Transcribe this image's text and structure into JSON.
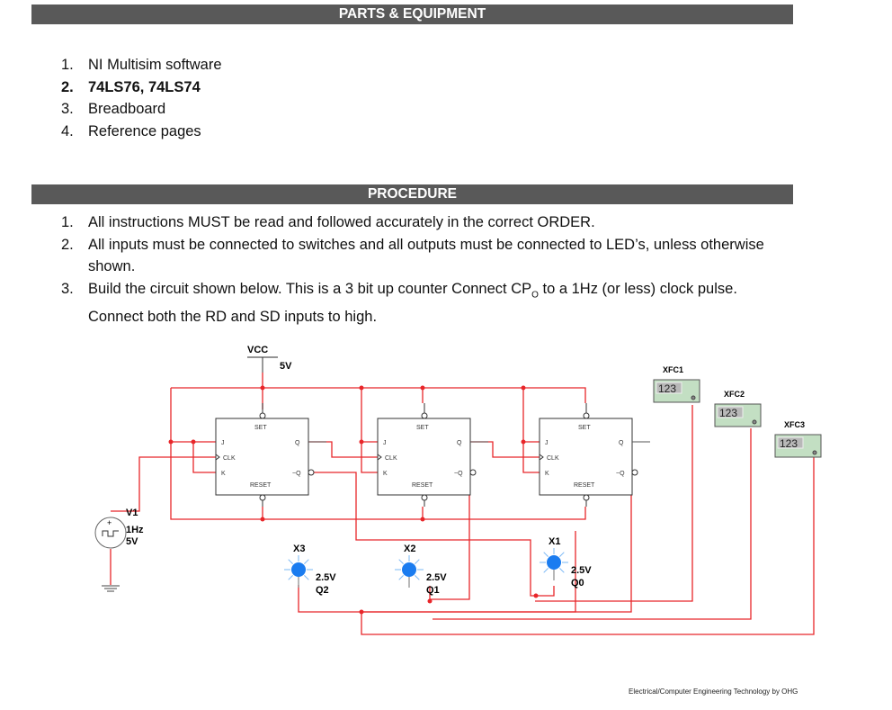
{
  "sections": {
    "parts_title": "PARTS & EQUIPMENT",
    "procedure_title": "PROCEDURE"
  },
  "parts": [
    {
      "num": "1.",
      "text": "NI Multisim software",
      "bold": false
    },
    {
      "num": "2.",
      "text": "74LS76, 74LS74",
      "bold": true
    },
    {
      "num": "3.",
      "text": "Breadboard",
      "bold": false
    },
    {
      "num": "4.",
      "text": "Reference pages",
      "bold": false
    }
  ],
  "procedure": [
    {
      "num": "1.",
      "text": "All instructions MUST be read and followed accurately in the correct ORDER."
    },
    {
      "num": "2.",
      "text": "All inputs must be connected to switches and all outputs must be connected to LED’s, unless otherwise shown."
    },
    {
      "num": "3.",
      "text_before": "Build the circuit shown below. This is a 3 bit up counter Connect CP",
      "subscript": "O",
      "text_after": " to a 1Hz (or less) clock pulse. Connect both the RD and SD inputs to high."
    }
  ],
  "circuit": {
    "vcc_label": "VCC",
    "vcc_value": "5V",
    "source": {
      "name": "V1",
      "freq": "1Hz",
      "amp": "5V",
      "plus": "+"
    },
    "flipflop_pins": {
      "set": "SET",
      "reset": "RESET",
      "j": "J",
      "k": "K",
      "clk": "CLK",
      "q": "Q",
      "qn": "~Q"
    },
    "leds": [
      {
        "name": "X3",
        "voltage": "2.5V",
        "label": "Q2"
      },
      {
        "name": "X2",
        "voltage": "2.5V",
        "label": "Q1"
      },
      {
        "name": "X1",
        "voltage": "2.5V",
        "label": "Q0"
      }
    ],
    "probes": [
      {
        "name": "XFC1",
        "display": "123"
      },
      {
        "name": "XFC2",
        "display": "123"
      },
      {
        "name": "XFC3",
        "display": "123"
      }
    ],
    "colors": {
      "wire": "#e8262a",
      "wire_light": "#f08080",
      "led": "#1a7cf0",
      "probe_bg": "#c3dfc3"
    }
  },
  "footer": "Electrical/Computer Engineering Technology by OHG"
}
